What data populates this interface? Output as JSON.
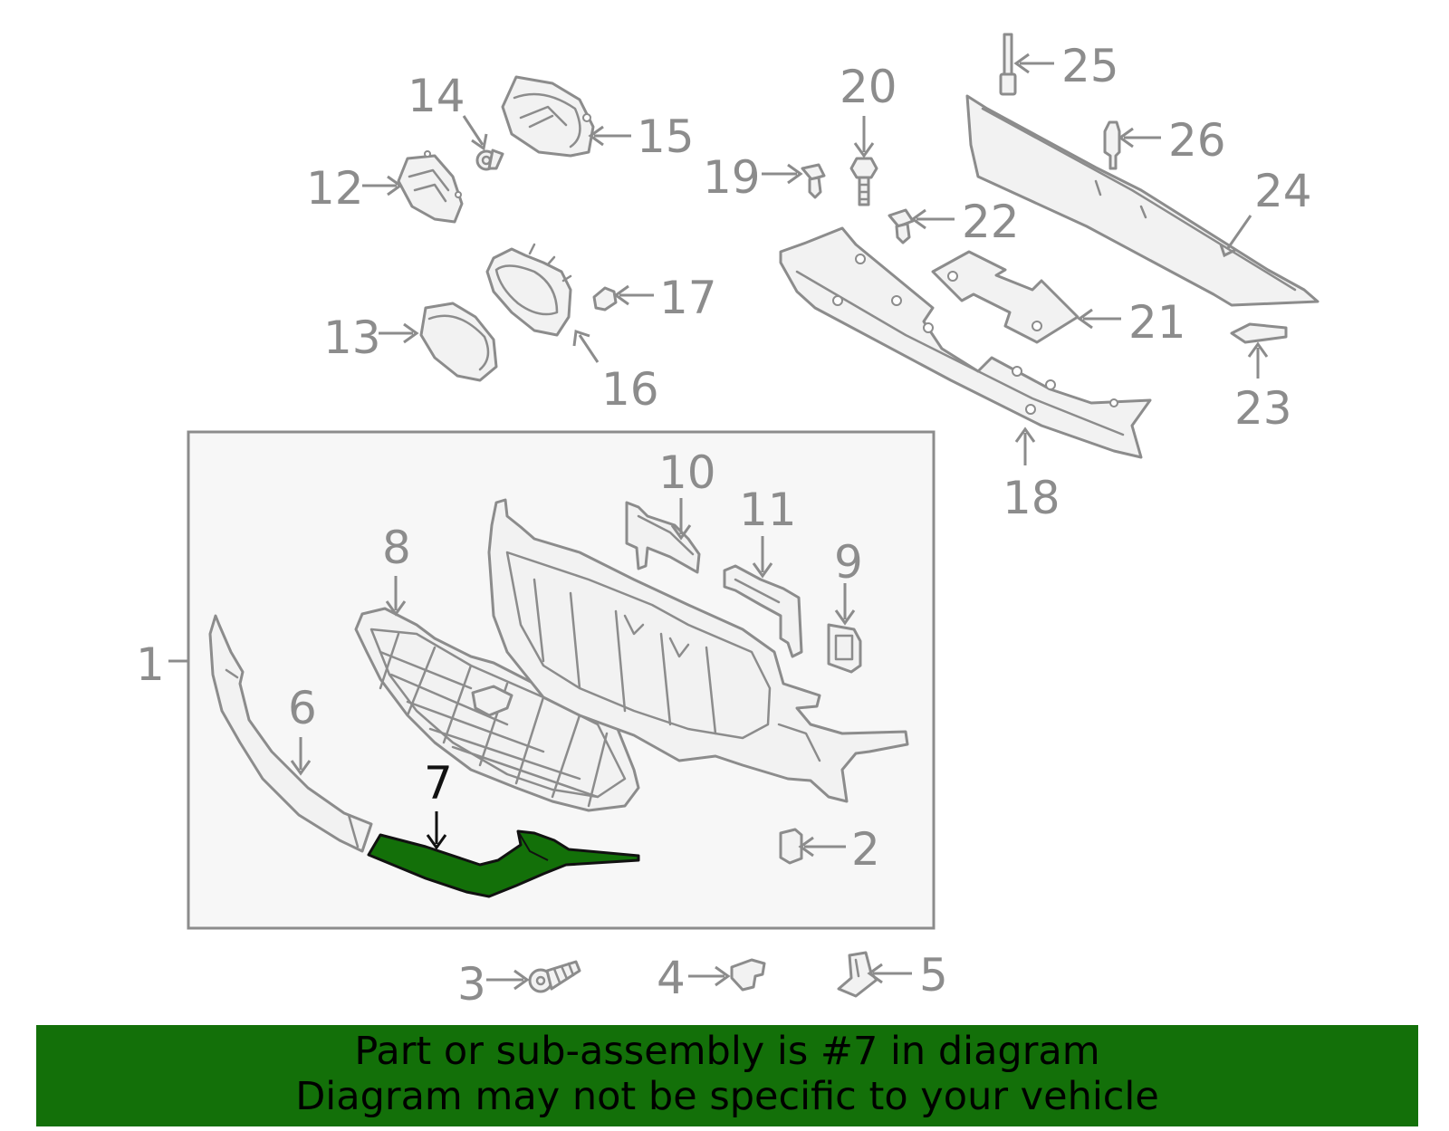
{
  "callouts": {
    "c1": "1",
    "c2": "2",
    "c3": "3",
    "c4": "4",
    "c5": "5",
    "c6": "6",
    "c7": "7",
    "c8": "8",
    "c9": "9",
    "c10": "10",
    "c11": "11",
    "c12": "12",
    "c13": "13",
    "c14": "14",
    "c15": "15",
    "c16": "16",
    "c17": "17",
    "c18": "18",
    "c19": "19",
    "c20": "20",
    "c21": "21",
    "c22": "22",
    "c23": "23",
    "c24": "24",
    "c25": "25",
    "c26": "26"
  },
  "highlight": {
    "part_number": "7",
    "color": "#137009"
  },
  "colors": {
    "line": "#8c8c8c",
    "banner": "#137009",
    "box_fill": "#f7f7f7"
  },
  "banner": {
    "line1": "Part or sub-assembly is #7 in diagram",
    "line2": "Diagram may not be specific to your vehicle"
  }
}
